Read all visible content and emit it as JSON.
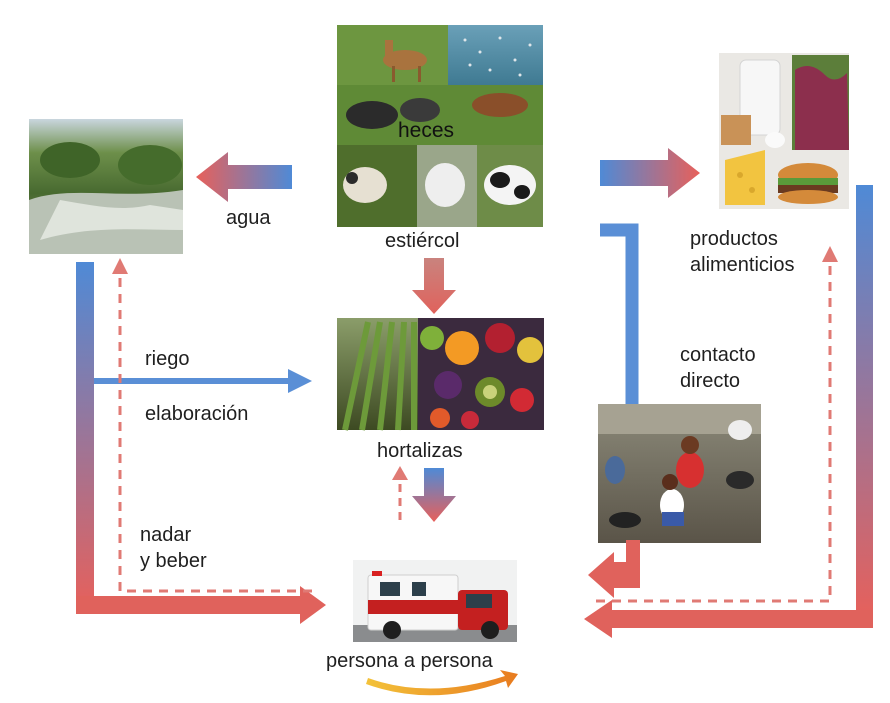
{
  "labels": {
    "heces": "heces",
    "estiercol": "estiércol",
    "agua": "agua",
    "productos_line1": "productos",
    "productos_line2": "alimenticios",
    "riego": "riego",
    "elaboracion": "elaboración",
    "contacto_line1": "contacto",
    "contacto_line2": "directo",
    "hortalizas": "hortalizas",
    "nadar_line1": "nadar",
    "nadar_line2": "y beber",
    "persona": "persona a persona"
  },
  "nodes": [
    {
      "id": "animales",
      "icon": "farm-animals-photo-collage"
    },
    {
      "id": "rio",
      "icon": "river-photo"
    },
    {
      "id": "alimentos",
      "icon": "food-products-photo-collage"
    },
    {
      "id": "hortalizas",
      "icon": "vegetables-and-fruits-photo"
    },
    {
      "id": "zoo",
      "icon": "petting-zoo-children-photo"
    },
    {
      "id": "persona",
      "icon": "ambulance-photo"
    }
  ],
  "colors": {
    "arrow_blue": "#5b8fd3",
    "arrow_red": "#e06a63",
    "arrow_dashed_red": "#e06a63",
    "swoosh_orange": "#f0a020"
  }
}
